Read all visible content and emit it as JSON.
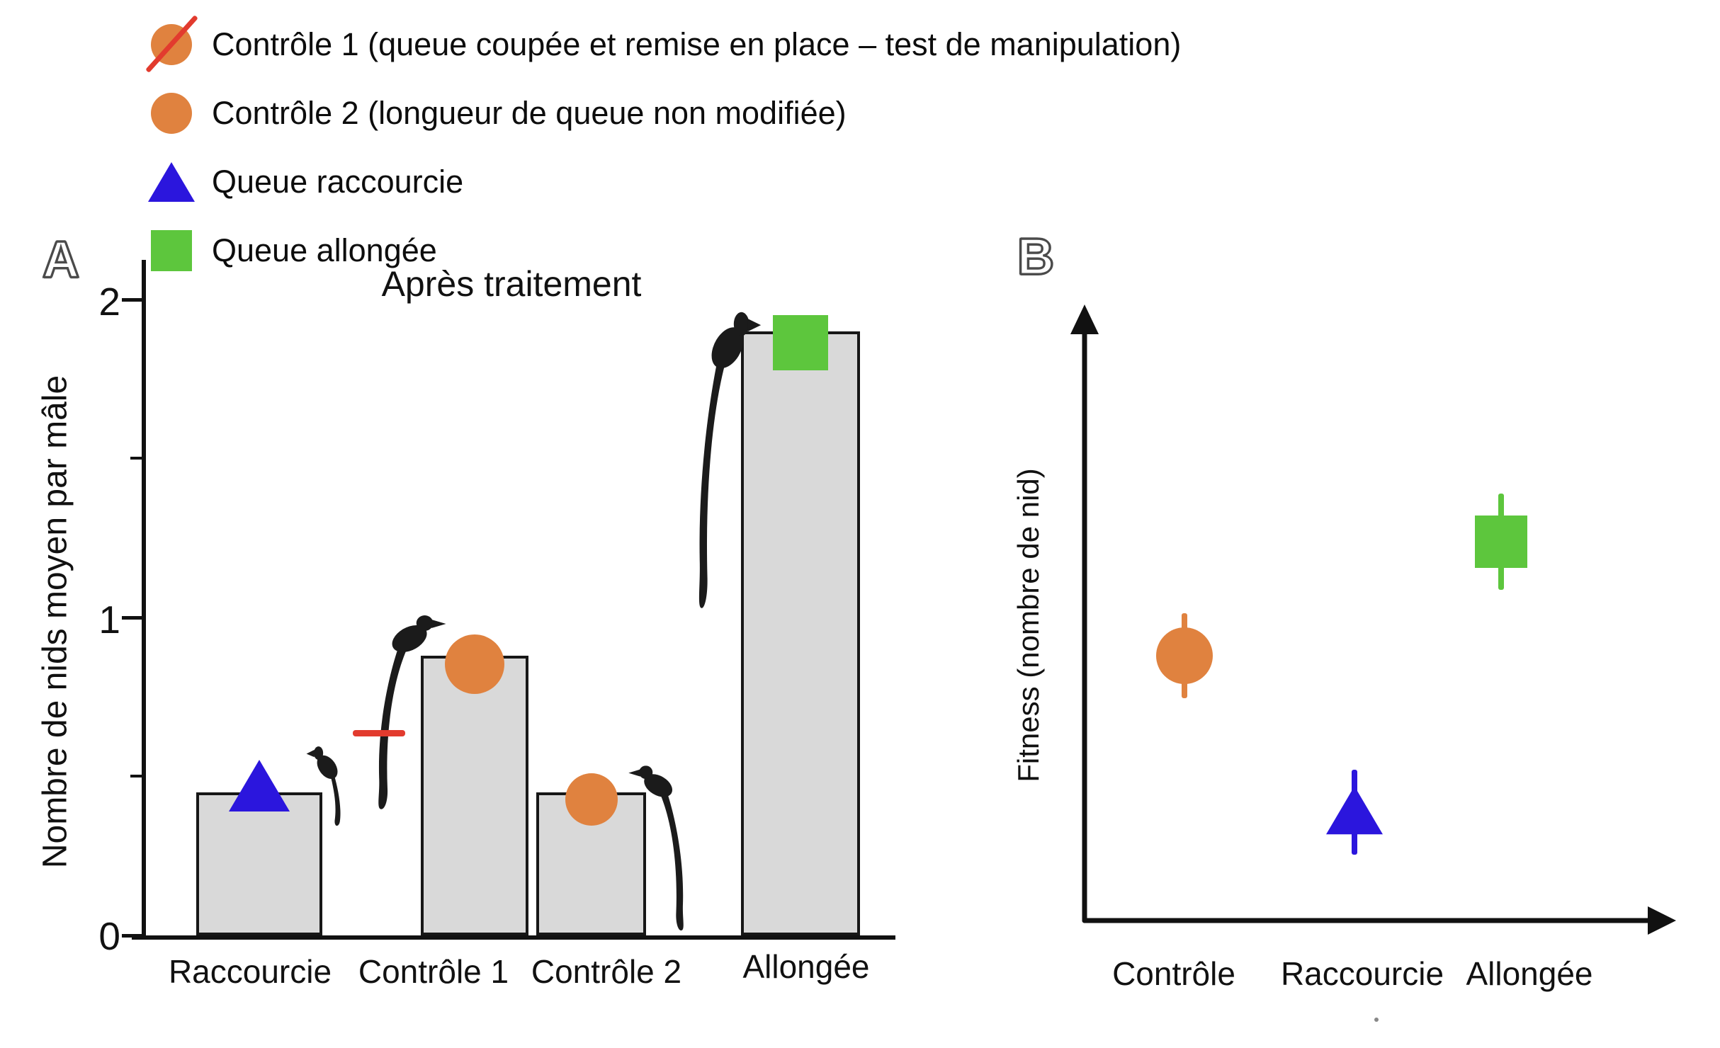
{
  "colors": {
    "orange": "#E0823F",
    "blue": "#2B16DD",
    "green": "#5DC63D",
    "red": "#E23B2E",
    "bar_fill": "#D9D9D9",
    "ink": "#111111"
  },
  "legend": {
    "items": [
      {
        "label": "Contrôle 1 (queue coupée et remise en place – test de manipulation)",
        "icon": "orange-circle-red-slash"
      },
      {
        "label": "Contrôle 2 (longueur de queue non modifiée)",
        "icon": "orange-circle"
      },
      {
        "label": "Queue raccourcie",
        "icon": "blue-triangle"
      },
      {
        "label": "Queue allongée",
        "icon": "green-square"
      }
    ]
  },
  "panel_a": {
    "label": "A",
    "title": "Après traitement",
    "ylabel": "Nombre de nids moyen par mâle",
    "yticks": [
      "2",
      "1",
      "0"
    ]
  },
  "panel_b": {
    "label": "B",
    "ylabel": "Fitness (nombre de nid)"
  },
  "chart_data": [
    {
      "type": "bar",
      "panel": "A",
      "title": "Après traitement",
      "ylabel": "Nombre de nids moyen par mâle",
      "ylim": [
        0,
        2.1
      ],
      "yticks": [
        0,
        1,
        2
      ],
      "minor_yticks": [
        0.5,
        1.5
      ],
      "categories": [
        "Raccourcie",
        "Contrôle 1",
        "Contrôle 2",
        "Allongée"
      ],
      "values": [
        0.45,
        0.88,
        0.45,
        1.9
      ],
      "bar_fill": "#D9D9D9",
      "bar_markers": [
        {
          "shape": "triangle",
          "color": "#2B16DD"
        },
        {
          "shape": "circle",
          "color": "#E0823F"
        },
        {
          "shape": "circle",
          "color": "#E0823F"
        },
        {
          "shape": "square",
          "color": "#5DC63D"
        }
      ],
      "annotations": [
        "black long-tailed widowbird silhouette on each bar",
        "red horizontal dash across Contrôle 1 bird tail (cut-and-reglued mark)"
      ]
    },
    {
      "type": "scatter",
      "panel": "B",
      "ylabel": "Fitness (nombre de nid)",
      "xlabel": "",
      "categories": [
        "Contrôle",
        "Raccourcie",
        "Allongée"
      ],
      "y_scale": "relative (arrow axes, no numeric ticks shown)",
      "series": [
        {
          "name": "Contrôle",
          "marker": "circle",
          "color": "#E0823F",
          "y": 0.44,
          "y_err": 0.07
        },
        {
          "name": "Raccourcie",
          "marker": "triangle",
          "color": "#2B16DD",
          "y": 0.18,
          "y_err": 0.07
        },
        {
          "name": "Allongée",
          "marker": "square",
          "color": "#5DC63D",
          "y": 0.63,
          "y_err": 0.08
        }
      ]
    }
  ]
}
